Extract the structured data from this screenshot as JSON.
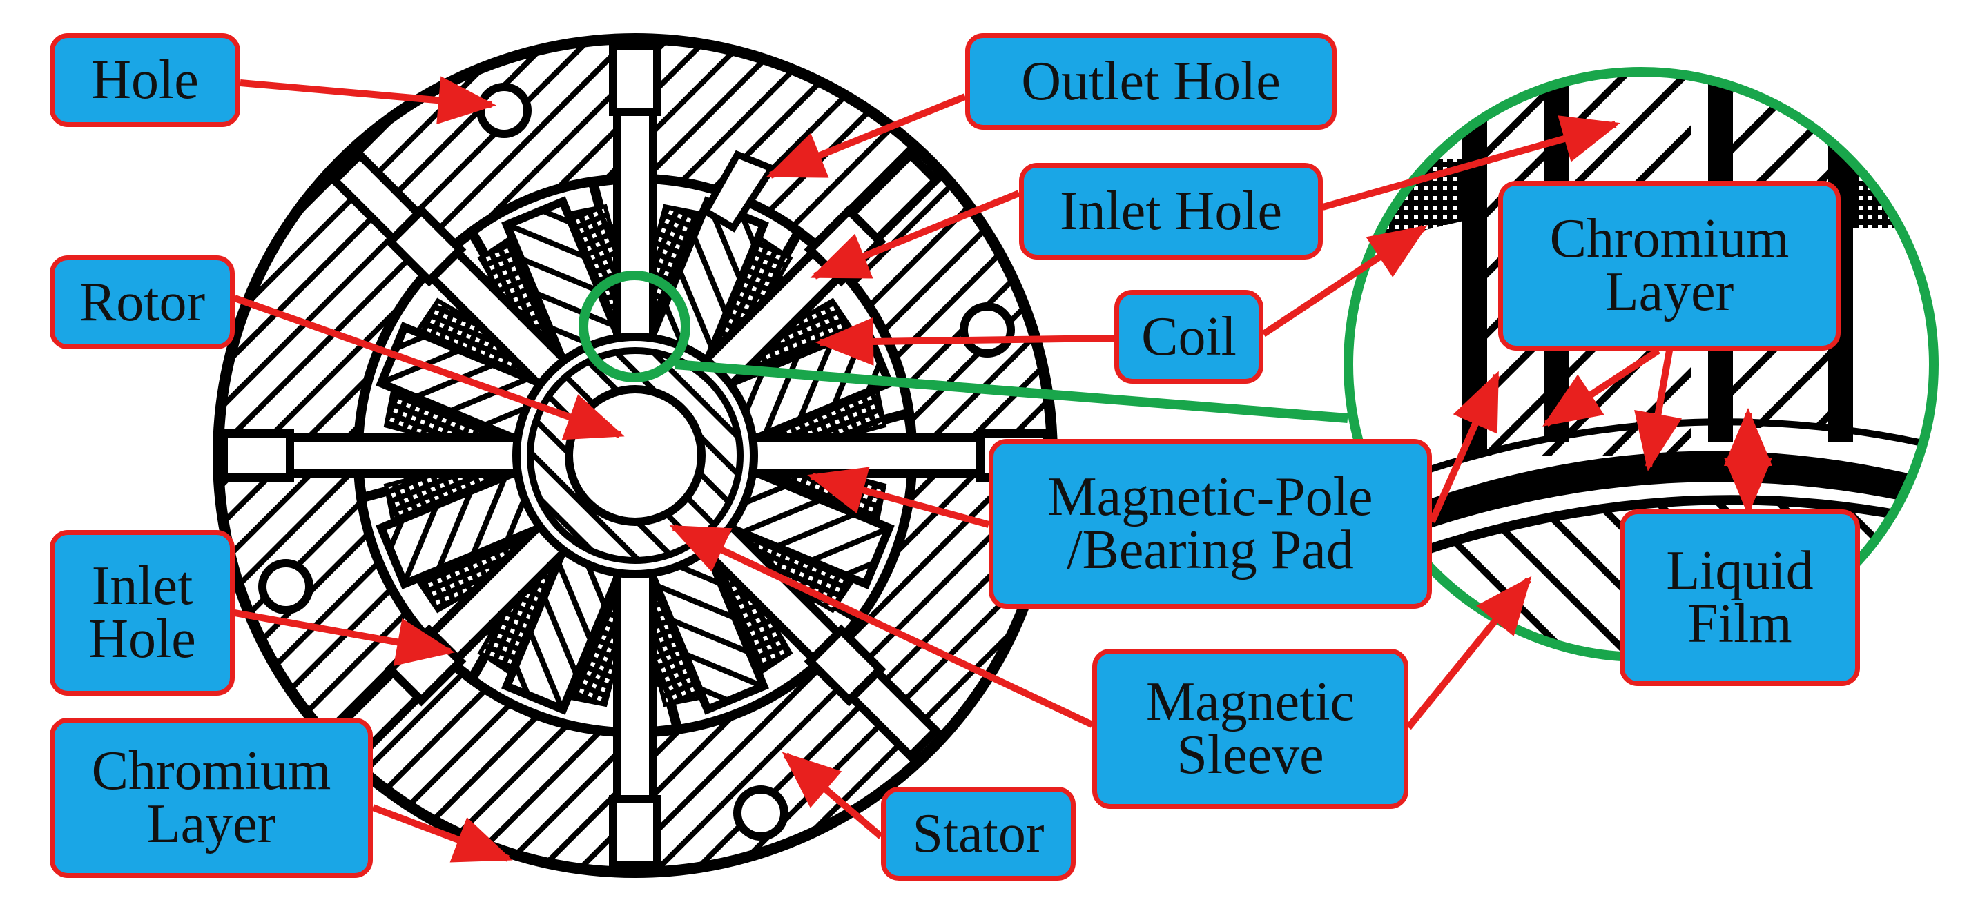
{
  "colors": {
    "label_fill": "#1aa6e6",
    "label_border": "#e8201e",
    "arrow": "#e8201e",
    "zoom_circle": "#19a64b",
    "structure": "#000000"
  },
  "labels": {
    "hole": "Hole",
    "outlet_hole": "Outlet Hole",
    "inlet_hole_top": "Inlet Hole",
    "rotor": "Rotor",
    "coil": "Coil",
    "chromium_layer_right": {
      "line1": "Chromium",
      "line2": "Layer"
    },
    "magnetic_pole": {
      "line1": "Magnetic-Pole",
      "line2": "/Bearing Pad"
    },
    "inlet_hole_left": {
      "line1": "Inlet",
      "line2": "Hole"
    },
    "chromium_layer_left": {
      "line1": "Chromium",
      "line2": "Layer"
    },
    "liquid_film": {
      "line1": "Liquid",
      "line2": "Film"
    },
    "magnetic_sleeve": {
      "line1": "Magnetic",
      "line2": "Sleeve"
    },
    "stator": "Stator"
  }
}
